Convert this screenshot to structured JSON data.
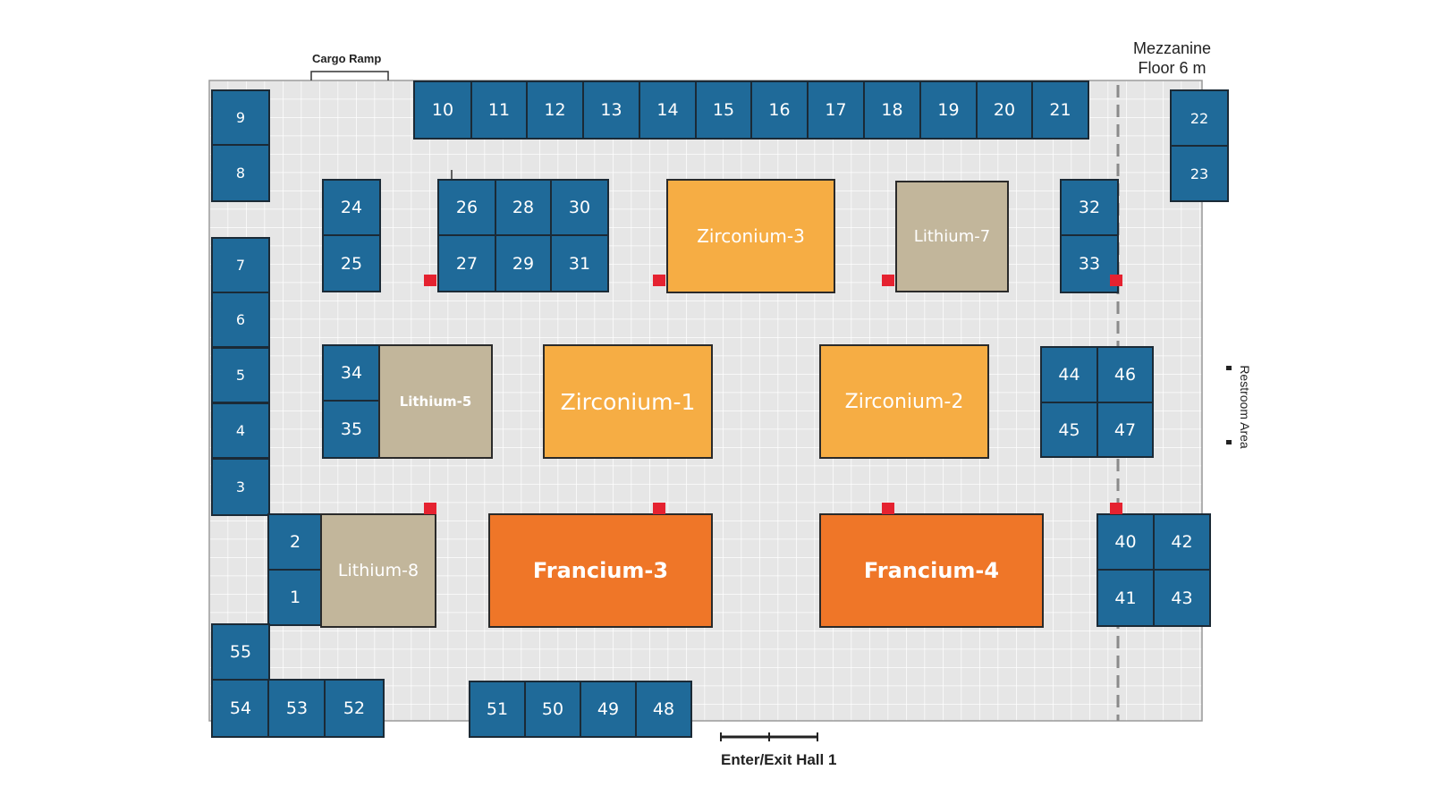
{
  "labels": {
    "cargo_ramp": "Cargo Ramp",
    "mezzanine_line1": "Mezzanine",
    "mezzanine_line2": "Floor 6 m",
    "restroom": "Restroom Area",
    "entrance": "Enter/Exit Hall 1"
  },
  "booth_numbers": {
    "b1": "1",
    "b2": "2",
    "b3": "3",
    "b4": "4",
    "b5": "5",
    "b6": "6",
    "b7": "7",
    "b8": "8",
    "b9": "9",
    "b10": "10",
    "b11": "11",
    "b12": "12",
    "b13": "13",
    "b14": "14",
    "b15": "15",
    "b16": "16",
    "b17": "17",
    "b18": "18",
    "b19": "19",
    "b20": "20",
    "b21": "21",
    "b22": "22",
    "b23": "23",
    "b24": "24",
    "b25": "25",
    "b26": "26",
    "b27": "27",
    "b28": "28",
    "b29": "29",
    "b30": "30",
    "b31": "31",
    "b32": "32",
    "b33": "33",
    "b34": "34",
    "b35": "35",
    "b40": "40",
    "b41": "41",
    "b42": "42",
    "b43": "43",
    "b44": "44",
    "b45": "45",
    "b46": "46",
    "b47": "47",
    "b48": "48",
    "b49": "49",
    "b50": "50",
    "b51": "51",
    "b52": "52",
    "b53": "53",
    "b54": "54",
    "b55": "55"
  },
  "halls": {
    "zirconium_1": "Zirconium-1",
    "zirconium_2": "Zirconium-2",
    "zirconium_3": "Zirconium-3",
    "lithium_5": "Lithium-5",
    "lithium_7": "Lithium-7",
    "lithium_8": "Lithium-8",
    "francium_3": "Francium-3",
    "francium_4": "Francium-4"
  },
  "colors": {
    "booth": "#1f6a99",
    "zirconium": "#f6ad44",
    "lithium": "#c2b69b",
    "francium": "#ef7628",
    "marker": "#e52230",
    "floor": "#e6e6e6",
    "grid_line": "#ffffff"
  }
}
